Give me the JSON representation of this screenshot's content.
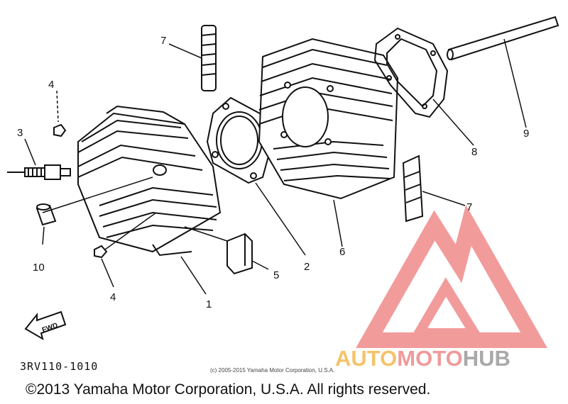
{
  "diagram": {
    "part_labels": [
      "7",
      "4",
      "3",
      "10",
      "4",
      "1",
      "5",
      "2",
      "6",
      "7",
      "8",
      "9"
    ],
    "fwd_label": "FWD",
    "diagram_code": "3RV110-1010",
    "small_copyright": "(c) 2005-2015 Yamaha Motor Corporation, U.S.A."
  },
  "footer": {
    "copyright": "©2013 Yamaha Motor Corporation, U.S.A. All rights reserved."
  },
  "watermark": {
    "part1": "AUTO",
    "part2": "MOTO",
    "part3": "HUB",
    "colors": {
      "auto": "#f5c36a",
      "moto": "#f09a9a",
      "hub": "#a9a9a9"
    }
  }
}
